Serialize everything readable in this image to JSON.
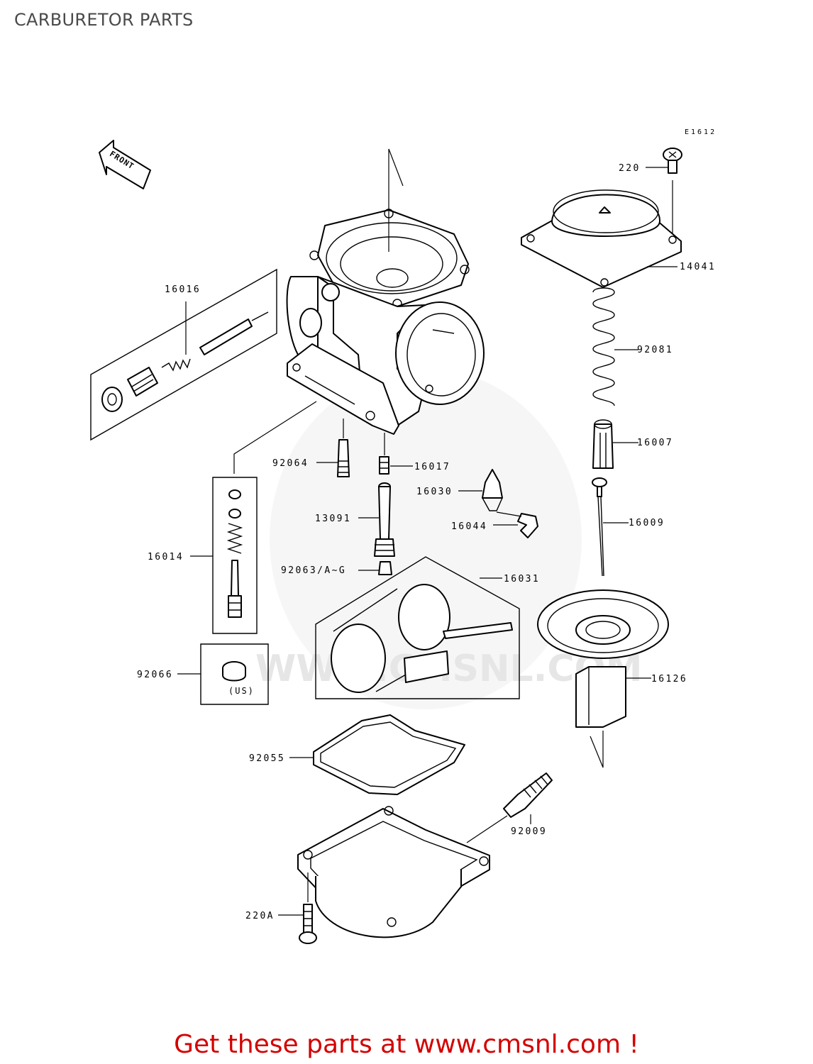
{
  "page": {
    "title": "CARBURETOR PARTS",
    "diagram_code": "E1612",
    "front_marker": "FRONT",
    "watermark": "WWW.CMSNL.COM",
    "promo_text": "Get these parts at www.cmsnl.com !"
  },
  "parts": [
    {
      "id": "p220",
      "label": "220"
    },
    {
      "id": "p14041",
      "label": "14041"
    },
    {
      "id": "p16016",
      "label": "16016"
    },
    {
      "id": "p92081",
      "label": "92081"
    },
    {
      "id": "p16007",
      "label": "16007"
    },
    {
      "id": "p92064",
      "label": "92064"
    },
    {
      "id": "p16017",
      "label": "16017"
    },
    {
      "id": "p16030",
      "label": "16030"
    },
    {
      "id": "p13091",
      "label": "13091"
    },
    {
      "id": "p16044",
      "label": "16044"
    },
    {
      "id": "p16009",
      "label": "16009"
    },
    {
      "id": "p16014",
      "label": "16014"
    },
    {
      "id": "p92063",
      "label": "92063/A~G"
    },
    {
      "id": "p16031",
      "label": "16031"
    },
    {
      "id": "p92066",
      "label": "92066"
    },
    {
      "id": "p92066_note",
      "label": "(US)"
    },
    {
      "id": "p16126",
      "label": "16126"
    },
    {
      "id": "p92055",
      "label": "92055"
    },
    {
      "id": "p92009",
      "label": "92009"
    },
    {
      "id": "p220A",
      "label": "220A"
    }
  ]
}
